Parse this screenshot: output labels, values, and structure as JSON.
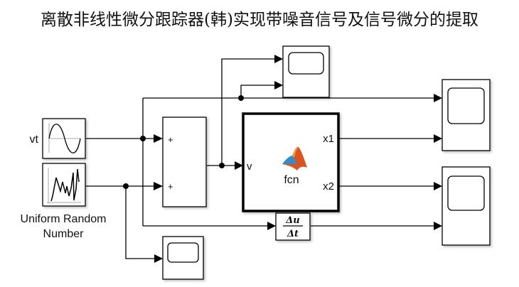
{
  "title": "离散非线性微分跟踪器(韩)实现带噪音信号及信号微分的提取",
  "blocks": {
    "sine": {
      "name": "vt",
      "type": "Sine Wave"
    },
    "random": {
      "name": "Uniform Random Number",
      "name_line1": "Uniform Random",
      "name_line2": "Number",
      "type": "Uniform Random Number"
    },
    "sum": {
      "port1": "+",
      "port2": "+",
      "type": "Sum"
    },
    "matlab_fn": {
      "label": "fcn",
      "input_port": "v",
      "output_port1": "x1",
      "output_port2": "x2",
      "type": "MATLAB Function"
    },
    "derivative": {
      "numerator": "Δu",
      "denominator": "Δt",
      "type": "Derivative"
    },
    "scope_top": {
      "type": "Scope",
      "inputs": 2
    },
    "scope_right_1": {
      "type": "Scope",
      "inputs": 2
    },
    "scope_right_2": {
      "type": "Scope",
      "inputs": 2
    },
    "scope_bottom": {
      "type": "Scope",
      "inputs": 1
    }
  },
  "colors": {
    "line": "#000000",
    "block_border": "#000000",
    "block_fill": "#ffffff",
    "matlab_orange": "#d9541e",
    "matlab_blue": "#2f8fce"
  }
}
